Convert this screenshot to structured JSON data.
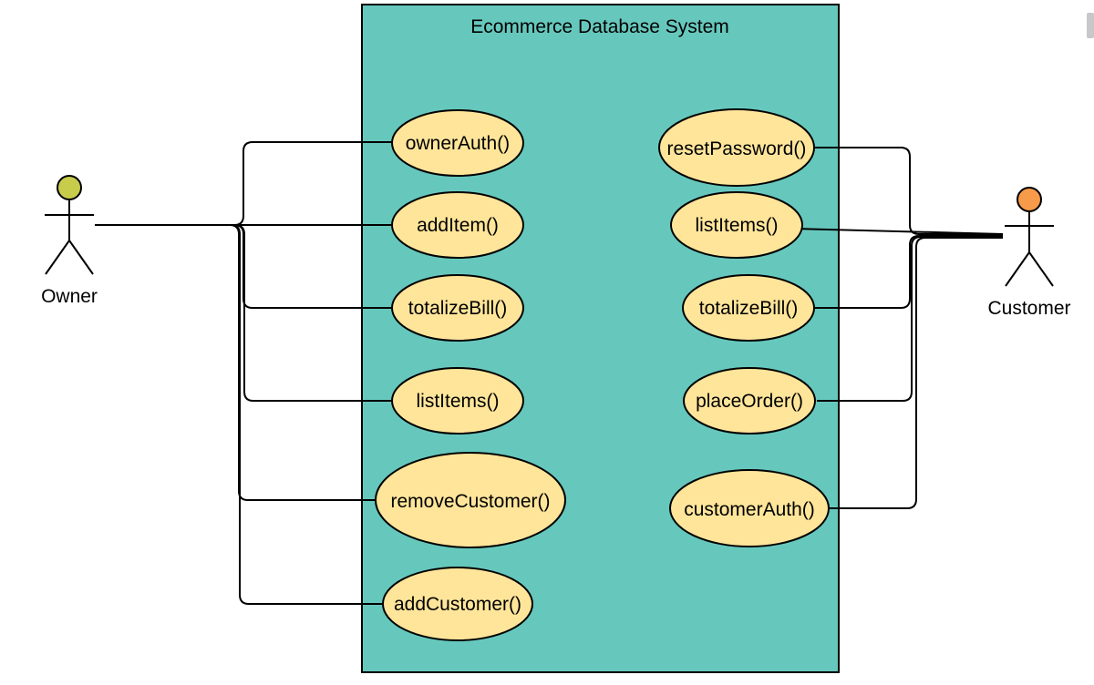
{
  "system": {
    "title": "Ecommerce Database System"
  },
  "actors": {
    "owner": {
      "label": "Owner",
      "head_color": "#c8cc4b"
    },
    "customer": {
      "label": "Customer",
      "head_color": "#f79a49"
    }
  },
  "owner_use_cases": [
    {
      "id": "owner-ownerauth",
      "label": "ownerAuth()"
    },
    {
      "id": "owner-additem",
      "label": "addItem()"
    },
    {
      "id": "owner-totalizebill",
      "label": "totalizeBill()"
    },
    {
      "id": "owner-listitems",
      "label": "listItems()"
    },
    {
      "id": "owner-removecustomer",
      "label": "removeCustomer()"
    },
    {
      "id": "owner-addcustomer",
      "label": "addCustomer()"
    }
  ],
  "customer_use_cases": [
    {
      "id": "customer-resetpassword",
      "label": "resetPassword()"
    },
    {
      "id": "customer-listitems",
      "label": "listItems()"
    },
    {
      "id": "customer-totalizebill",
      "label": "totalizeBill()"
    },
    {
      "id": "customer-placeorder",
      "label": "placeOrder()"
    },
    {
      "id": "customer-customerauth",
      "label": "customerAuth()"
    }
  ],
  "colors": {
    "system_fill": "#66c8bd",
    "use_case_fill": "#ffe59a",
    "stroke": "#000000"
  }
}
